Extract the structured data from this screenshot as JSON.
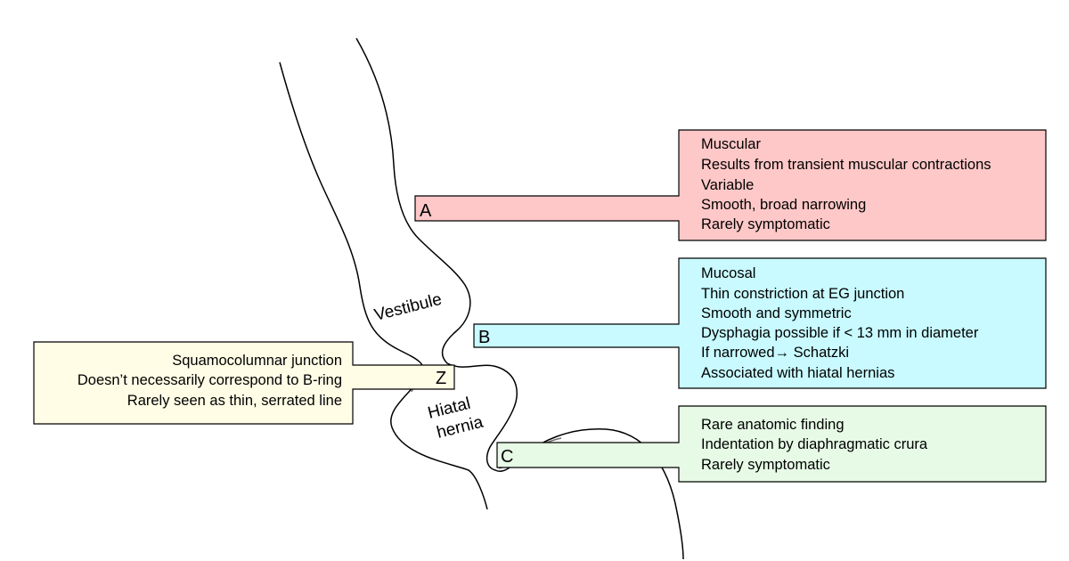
{
  "colors": {
    "box_a_fill": "#ffc8c8",
    "box_b_fill": "#c8faff",
    "box_c_fill": "#e6fae6",
    "box_z_fill": "#fffde6",
    "line_gray": "#6e6e6e"
  },
  "labels": {
    "vestibule": "Vestibule",
    "hiatal_line1": "Hiatal",
    "hiatal_line2": "hernia"
  },
  "ring_a": {
    "letter": "A",
    "lines": [
      "Muscular",
      "Results from transient muscular contractions",
      "Variable",
      "Smooth, broad narrowing",
      "Rarely symptomatic"
    ]
  },
  "ring_b": {
    "letter": "B",
    "lines": [
      "Mucosal",
      "Thin constriction at EG junction",
      "Smooth and symmetric",
      "Dysphagia possible if < 13 mm in diameter",
      "If narrowed",
      "Associated with hiatal hernias"
    ],
    "arrow_symbol": "→",
    "arrow_target": " Schatzki"
  },
  "ring_c": {
    "letter": "C",
    "lines": [
      "Rare anatomic finding",
      "Indentation by diaphragmatic crura",
      "Rarely symptomatic"
    ]
  },
  "z_line": {
    "letter": "Z",
    "lines": [
      "Squamocolumnar junction",
      "Doesn’t necessarily correspond to B-ring",
      "Rarely seen as thin, serrated line"
    ]
  }
}
